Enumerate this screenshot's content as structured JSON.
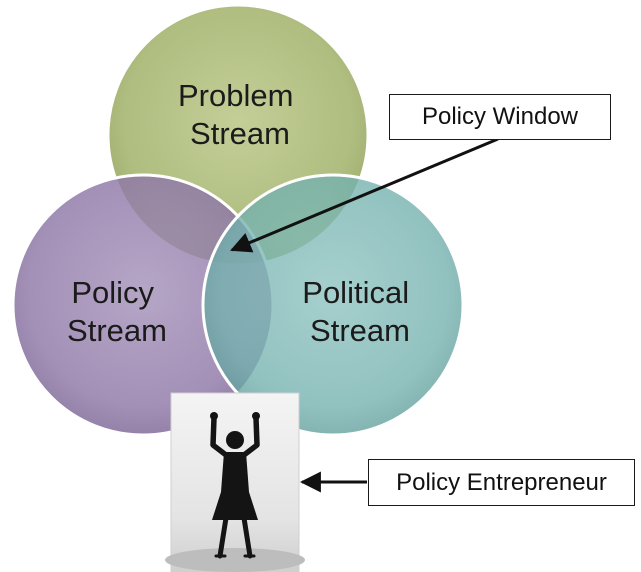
{
  "circles": {
    "problem": {
      "line1": "Problem",
      "line2": "Stream",
      "color": "#a6b570"
    },
    "policy": {
      "line1": "Policy",
      "line2": "Stream",
      "color": "#8e77a6"
    },
    "political": {
      "line1": "Political",
      "line2": "Stream",
      "color": "#72b0ad"
    }
  },
  "callouts": {
    "policy_window": "Policy Window",
    "policy_entrepreneur": "Policy Entrepreneur"
  },
  "figure": {
    "icon": "raised-arms-person-silhouette"
  }
}
